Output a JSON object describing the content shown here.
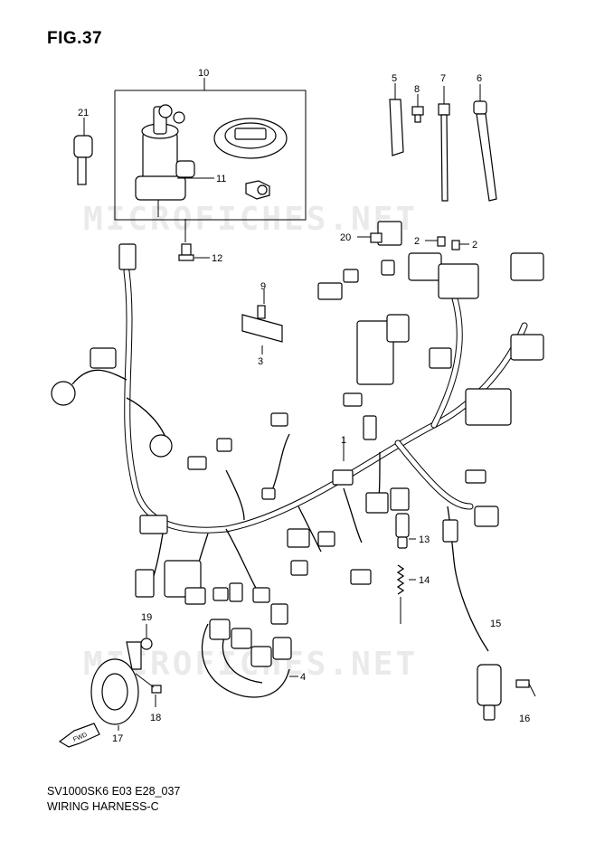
{
  "figure": {
    "title": "FIG.37",
    "code": "SV1000SK6 E03 E28_037",
    "caption": "WIRING HARNESS-C"
  },
  "watermark": "MICROFICHES.NET",
  "fwd_label": "FWD",
  "callouts": [
    {
      "id": "c1",
      "label": "1"
    },
    {
      "id": "c2a",
      "label": "2"
    },
    {
      "id": "c2b",
      "label": "2"
    },
    {
      "id": "c3",
      "label": "3"
    },
    {
      "id": "c4",
      "label": "4"
    },
    {
      "id": "c5",
      "label": "5"
    },
    {
      "id": "c6",
      "label": "6"
    },
    {
      "id": "c7",
      "label": "7"
    },
    {
      "id": "c8",
      "label": "8"
    },
    {
      "id": "c9",
      "label": "9"
    },
    {
      "id": "c10",
      "label": "10"
    },
    {
      "id": "c11",
      "label": "11"
    },
    {
      "id": "c12",
      "label": "12"
    },
    {
      "id": "c13",
      "label": "13"
    },
    {
      "id": "c14",
      "label": "14"
    },
    {
      "id": "c15",
      "label": "15"
    },
    {
      "id": "c16",
      "label": "16"
    },
    {
      "id": "c17",
      "label": "17"
    },
    {
      "id": "c18",
      "label": "18"
    },
    {
      "id": "c19",
      "label": "19"
    },
    {
      "id": "c20",
      "label": "20"
    },
    {
      "id": "c21",
      "label": "21"
    }
  ]
}
